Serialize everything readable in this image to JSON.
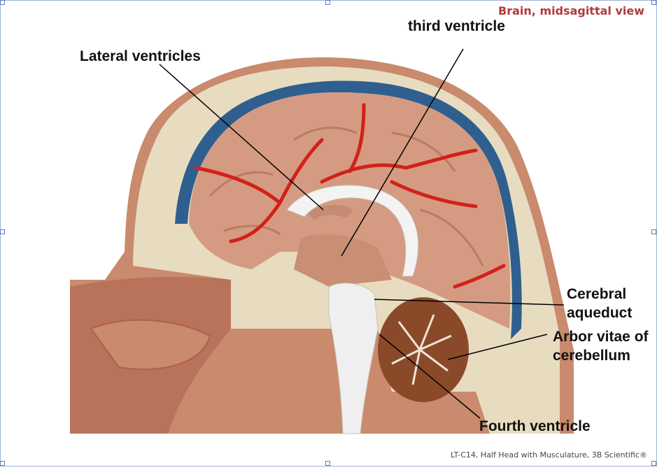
{
  "title": "Brain, midsagittal view",
  "credit": "LT-C14, Half Head with Musculature, 3B Scientific®",
  "labels": {
    "third_ventricle": "third ventricle",
    "lateral_ventricles": "Lateral ventricles",
    "cerebral_aqueduct_line1": "Cerebral",
    "cerebral_aqueduct_line2": "aqueduct",
    "arbor_vitae_line1": "Arbor vitae of",
    "arbor_vitae_line2": "cerebellum",
    "fourth_ventricle": "Fourth ventricle"
  },
  "colors": {
    "skin": "#c98a6d",
    "bone": "#e8dcc0",
    "dura": "#2f5f8f",
    "cortex": "#d49b82",
    "vessel": "#d4201a",
    "ventricle": "#f3f3f3",
    "cerebellum": "#8a4a2a"
  }
}
